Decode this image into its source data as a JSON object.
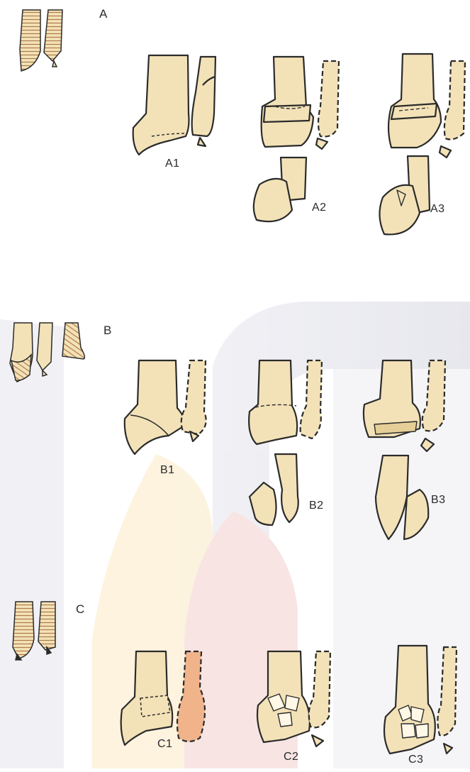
{
  "sections": [
    {
      "label": "A",
      "subtypes": [
        "A1",
        "A2",
        "A3"
      ]
    },
    {
      "label": "B",
      "subtypes": [
        "B1",
        "B2",
        "B3"
      ]
    },
    {
      "label": "C",
      "subtypes": [
        "C1",
        "C2",
        "C3"
      ]
    }
  ],
  "colors": {
    "bone": "#f3e2b8",
    "bone_shade": "#e6cf97",
    "outline": "#2b2b2b",
    "hatch": "#b07a4a",
    "watermark_gray": "#e3e3ea",
    "watermark_yellow": "#fbeac6",
    "watermark_pink": "#f6d7d7",
    "highlight_orange": "#f1b48a"
  }
}
